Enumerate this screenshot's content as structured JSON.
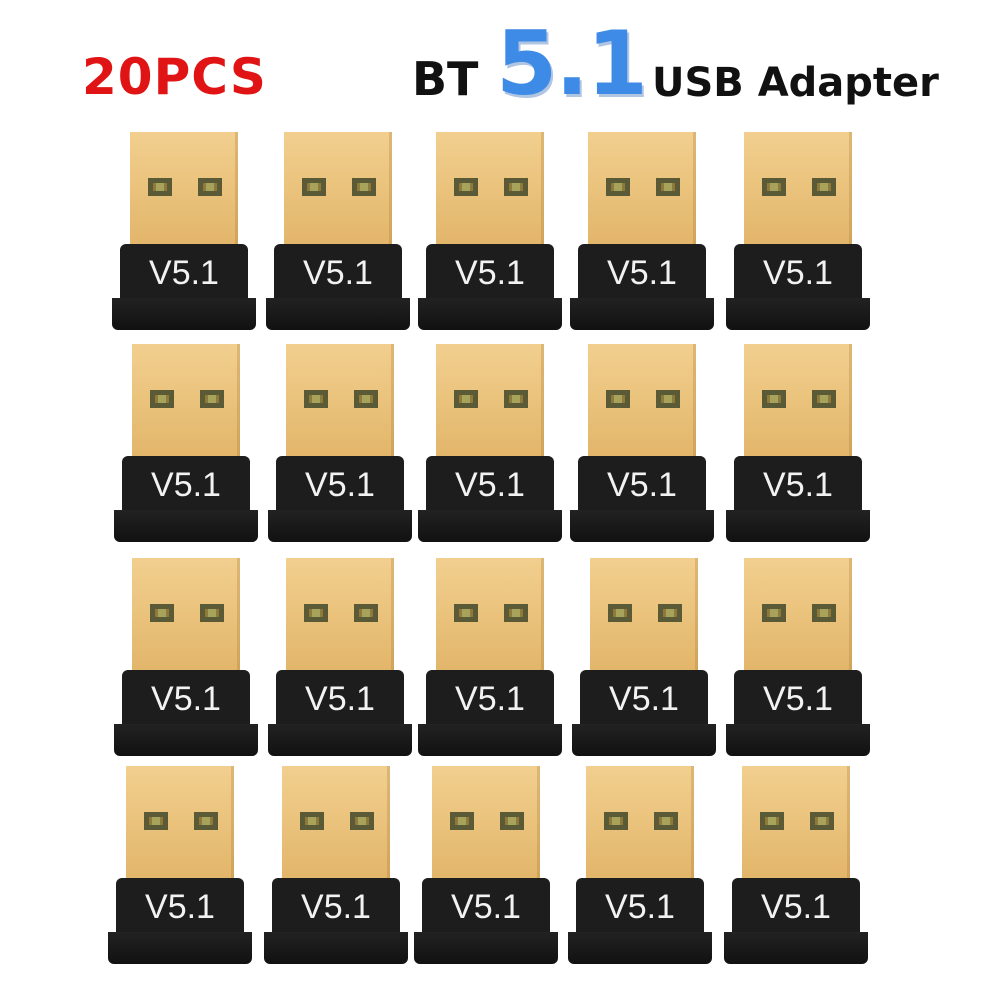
{
  "header": {
    "quantity": "20PCS",
    "title_prefix": "BT",
    "title_version": "5.1",
    "title_suffix": "USB Adapter"
  },
  "colors": {
    "quantity": "#e01414",
    "version": "#3d8be6",
    "text": "#111111",
    "plug_gold": "#ecc47f",
    "body_black": "#1a1a1a"
  },
  "grid": {
    "rows": 4,
    "columns": 5,
    "items": [
      {
        "label": "V5.1"
      },
      {
        "label": "V5.1"
      },
      {
        "label": "V5.1"
      },
      {
        "label": "V5.1"
      },
      {
        "label": "V5.1"
      },
      {
        "label": "V5.1"
      },
      {
        "label": "V5.1"
      },
      {
        "label": "V5.1"
      },
      {
        "label": "V5.1"
      },
      {
        "label": "V5.1"
      },
      {
        "label": "V5.1"
      },
      {
        "label": "V5.1"
      },
      {
        "label": "V5.1"
      },
      {
        "label": "V5.1"
      },
      {
        "label": "V5.1"
      },
      {
        "label": "V5.1"
      },
      {
        "label": "V5.1"
      },
      {
        "label": "V5.1"
      },
      {
        "label": "V5.1"
      },
      {
        "label": "V5.1"
      }
    ]
  }
}
